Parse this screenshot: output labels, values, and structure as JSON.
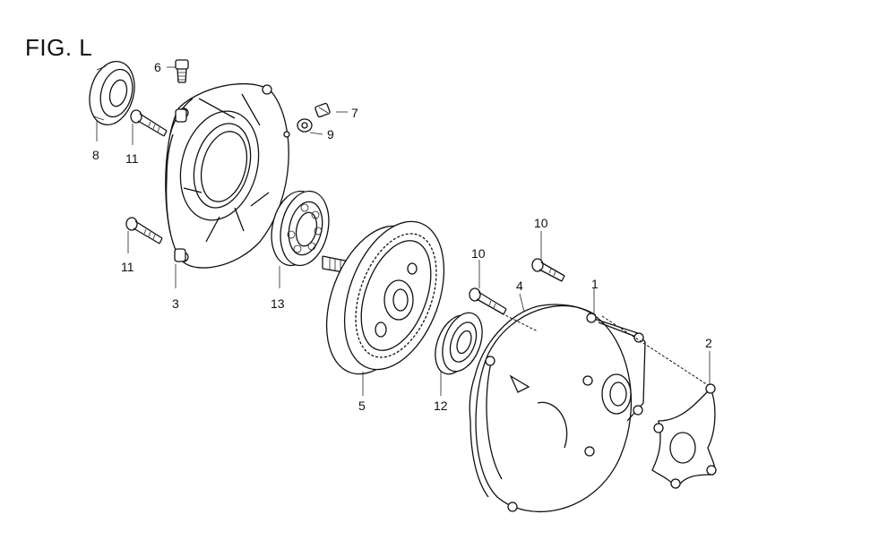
{
  "figure": {
    "title": "FIG. L"
  },
  "callouts": [
    {
      "id": "c1",
      "text": "1"
    },
    {
      "id": "c2",
      "text": "2"
    },
    {
      "id": "c3",
      "text": "3"
    },
    {
      "id": "c4",
      "text": "4"
    },
    {
      "id": "c5",
      "text": "5"
    },
    {
      "id": "c6",
      "text": "6"
    },
    {
      "id": "c7",
      "text": "7"
    },
    {
      "id": "c8",
      "text": "8"
    },
    {
      "id": "c9",
      "text": "9"
    },
    {
      "id": "c10a",
      "text": "10"
    },
    {
      "id": "c10b",
      "text": "10"
    },
    {
      "id": "c11a",
      "text": "11"
    },
    {
      "id": "c11b",
      "text": "11"
    },
    {
      "id": "c12",
      "text": "12"
    },
    {
      "id": "c13",
      "text": "13"
    }
  ]
}
